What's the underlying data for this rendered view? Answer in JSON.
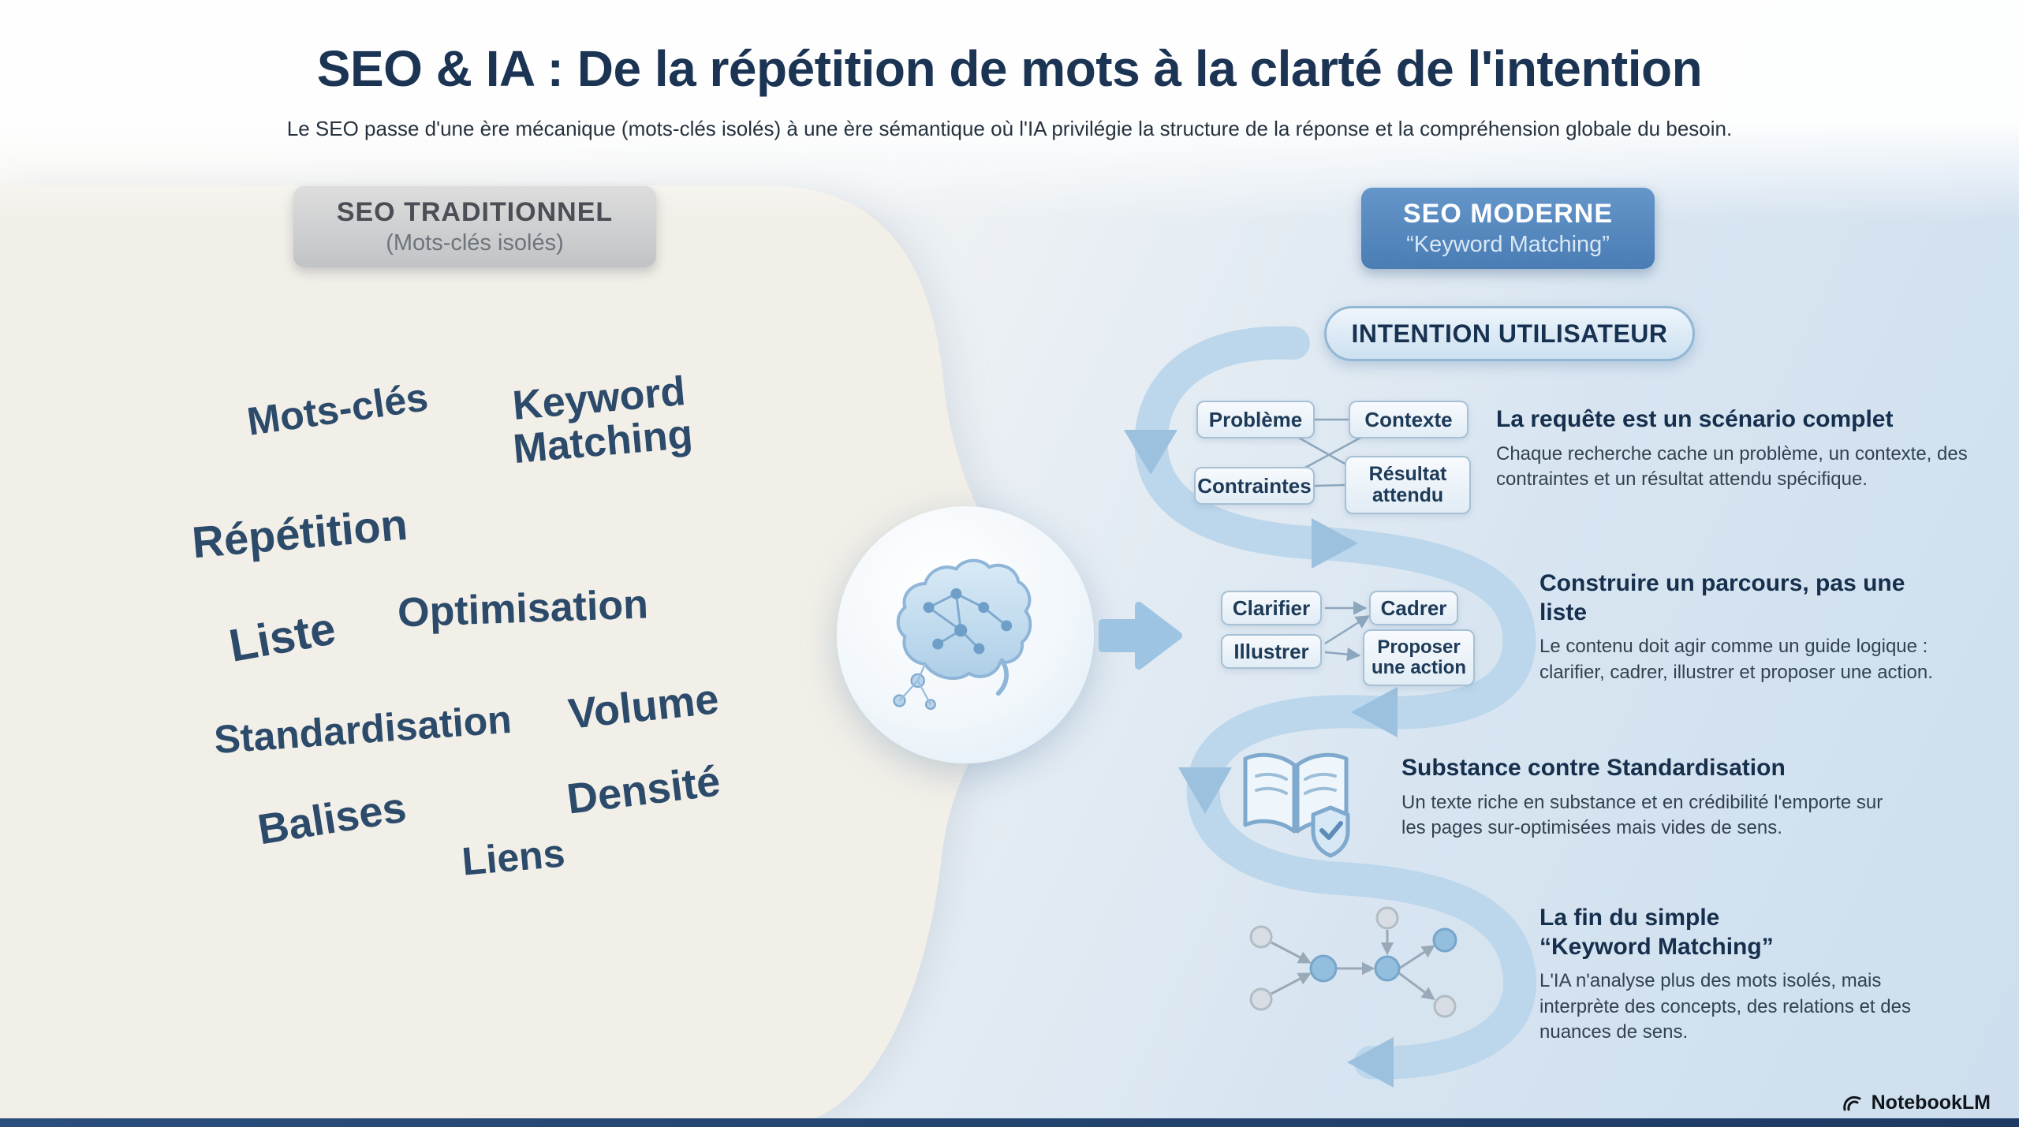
{
  "header": {
    "title": "SEO & IA : De la répétition de mots à la clarté de l'intention",
    "subtitle": "Le SEO passe d'une ère mécanique (mots-clés isolés) à une ère sémantique où l'IA privilégie la structure de la réponse et la compréhension globale du besoin."
  },
  "traditional": {
    "badge_title": "SEO TRADITIONNEL",
    "badge_subtitle": "(Mots-clés isolés)",
    "keywords": [
      "Mots-clés",
      "Keyword Matching",
      "Répétition",
      "Liste",
      "Optimisation",
      "Standardisation",
      "Volume",
      "Densité",
      "Balises",
      "Liens"
    ]
  },
  "modern": {
    "badge_title": "SEO MODERNE",
    "badge_subtitle": "“Keyword Matching”",
    "intent_badge": "INTENTION UTILISATEUR",
    "scenario": {
      "boxes": [
        "Problème",
        "Contexte",
        "Contraintes",
        "Résultat attendu"
      ],
      "heading": "La requête est un scénario complet",
      "body": "Chaque recherche cache un problème, un contexte, des contraintes et un résultat attendu spécifique."
    },
    "journey": {
      "boxes": [
        "Clarifier",
        "Cadrer",
        "Illustrer",
        "Proposer une action"
      ],
      "heading": "Construire un parcours, pas une liste",
      "body": "Le contenu doit agir comme un guide logique : clarifier, cadrer, illustrer et proposer une action."
    },
    "substance": {
      "heading": "Substance contre Standardisation",
      "body": "Un texte riche en substance et en crédibilité l'emporte sur les pages sur-optimisées mais vides de sens."
    },
    "semantics": {
      "heading": "La fin du simple “Keyword Matching”",
      "body": "L'IA n'analyse plus des mots isolés, mais interprète des concepts, des relations et des nuances de sens."
    }
  },
  "icons": {
    "brain": "brain-icon",
    "transition": "right-arrow-icon",
    "substance": "book-shield-icon",
    "semantics": "semantic-network-icon",
    "brand": "notebooklm-logo-icon"
  },
  "colors": {
    "navy": "#1c3453",
    "accent_blue": "#5b8fc6",
    "path_blue": "#bcd7eb",
    "beige": "#f2efe8"
  },
  "footer": {
    "brand": "NotebookLM"
  }
}
